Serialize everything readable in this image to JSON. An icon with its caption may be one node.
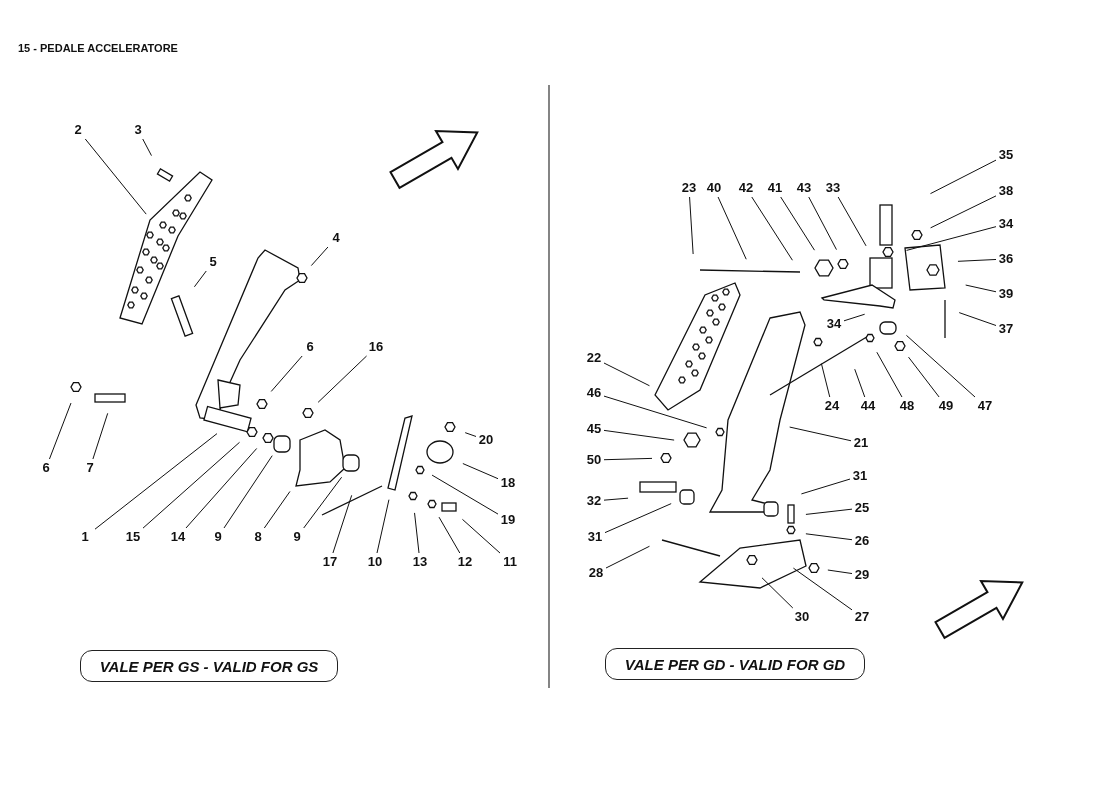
{
  "diagram": {
    "title": "15 - PEDALE ACCELERATORE",
    "nodes": [
      {
        "text": [
          "2"
        ]
      },
      {
        "text": [
          "3"
        ]
      },
      {
        "text": [
          "4"
        ]
      },
      {
        "text": [
          "5"
        ]
      },
      {
        "text": [
          "6"
        ]
      },
      {
        "text": [
          "16"
        ]
      },
      {
        "text": [
          "6"
        ]
      },
      {
        "text": [
          "7"
        ]
      },
      {
        "text": [
          "20"
        ]
      },
      {
        "text": [
          "18"
        ]
      },
      {
        "text": [
          "19"
        ]
      },
      {
        "text": [
          "1"
        ]
      },
      {
        "text": [
          "15"
        ]
      },
      {
        "text": [
          "14"
        ]
      },
      {
        "text": [
          "9"
        ]
      },
      {
        "text": [
          "8"
        ]
      },
      {
        "text": [
          "9"
        ]
      },
      {
        "text": [
          "17"
        ]
      },
      {
        "text": [
          "10"
        ]
      },
      {
        "text": [
          "13"
        ]
      },
      {
        "text": [
          "12"
        ]
      },
      {
        "text": [
          "11"
        ]
      },
      {
        "text": [
          "35"
        ]
      },
      {
        "text": [
          "23"
        ]
      },
      {
        "text": [
          "40"
        ]
      },
      {
        "text": [
          "42"
        ]
      },
      {
        "text": [
          "41"
        ]
      },
      {
        "text": [
          "43"
        ]
      },
      {
        "text": [
          "33"
        ]
      },
      {
        "text": [
          "38"
        ]
      },
      {
        "text": [
          "34"
        ]
      },
      {
        "text": [
          "36"
        ]
      },
      {
        "text": [
          "39"
        ]
      },
      {
        "text": [
          "37"
        ]
      },
      {
        "text": [
          "34"
        ]
      },
      {
        "text": [
          "22"
        ]
      },
      {
        "text": [
          "24"
        ]
      },
      {
        "text": [
          "44"
        ]
      },
      {
        "text": [
          "48"
        ]
      },
      {
        "text": [
          "49"
        ]
      },
      {
        "text": [
          "47"
        ]
      },
      {
        "text": [
          "46"
        ]
      },
      {
        "text": [
          "45"
        ]
      },
      {
        "text": [
          "21"
        ]
      },
      {
        "text": [
          "50"
        ]
      },
      {
        "text": [
          "31"
        ]
      },
      {
        "text": [
          "32"
        ]
      },
      {
        "text": [
          "25"
        ]
      },
      {
        "text": [
          "31"
        ]
      },
      {
        "text": [
          "26"
        ]
      },
      {
        "text": [
          "28"
        ]
      },
      {
        "text": [
          "29"
        ]
      },
      {
        "text": [
          "30"
        ]
      },
      {
        "text": [
          "27"
        ]
      },
      {
        "text": [
          "VALE PER GS - VALID FOR GS"
        ]
      },
      {
        "text": [
          "VALE PER GD - VALID FOR GD"
        ]
      }
    ],
    "edges": [
      {
        "from": 0,
        "to": null,
        "arrow": "none"
      },
      {
        "from": 1,
        "to": null,
        "arrow": "none"
      },
      {
        "from": 2,
        "to": null,
        "arrow": "none"
      },
      {
        "from": 3,
        "to": null,
        "arrow": "none"
      },
      {
        "from": 4,
        "to": null,
        "arrow": "none"
      },
      {
        "from": 5,
        "to": null,
        "arrow": "none"
      },
      {
        "from": 6,
        "to": null,
        "arrow": "none"
      },
      {
        "from": 7,
        "to": null,
        "arrow": "none"
      },
      {
        "from": 8,
        "to": null,
        "arrow": "none"
      },
      {
        "from": 9,
        "to": null,
        "arrow": "none"
      },
      {
        "from": 10,
        "to": null,
        "arrow": "none"
      },
      {
        "from": 11,
        "to": null,
        "arrow": "none"
      },
      {
        "from": 12,
        "to": null,
        "arrow": "none"
      },
      {
        "from": 13,
        "to": null,
        "arrow": "none"
      },
      {
        "from": 14,
        "to": null,
        "arrow": "none"
      },
      {
        "from": 15,
        "to": null,
        "arrow": "none"
      },
      {
        "from": 16,
        "to": null,
        "arrow": "none"
      },
      {
        "from": 17,
        "to": null,
        "arrow": "none"
      },
      {
        "from": 18,
        "to": null,
        "arrow": "none"
      },
      {
        "from": 19,
        "to": null,
        "arrow": "none"
      },
      {
        "from": 20,
        "to": null,
        "arrow": "none"
      },
      {
        "from": 21,
        "to": null,
        "arrow": "none"
      },
      {
        "from": 22,
        "to": null,
        "arrow": "none"
      },
      {
        "from": 23,
        "to": null,
        "arrow": "none"
      },
      {
        "from": 24,
        "to": null,
        "arrow": "none"
      },
      {
        "from": 25,
        "to": null,
        "arrow": "none"
      },
      {
        "from": 26,
        "to": null,
        "arrow": "none"
      },
      {
        "from": 27,
        "to": null,
        "arrow": "none"
      },
      {
        "from": 28,
        "to": null,
        "arrow": "none"
      },
      {
        "from": 29,
        "to": null,
        "arrow": "none"
      },
      {
        "from": 30,
        "to": null,
        "arrow": "none"
      },
      {
        "from": 31,
        "to": null,
        "arrow": "none"
      },
      {
        "from": 32,
        "to": null,
        "arrow": "none"
      },
      {
        "from": 33,
        "to": null,
        "arrow": "none"
      },
      {
        "from": 34,
        "to": null,
        "arrow": "none"
      },
      {
        "from": 35,
        "to": null,
        "arrow": "none"
      },
      {
        "from": 36,
        "to": null,
        "arrow": "none"
      },
      {
        "from": 37,
        "to": null,
        "arrow": "none"
      },
      {
        "from": 38,
        "to": null,
        "arrow": "none"
      },
      {
        "from": 39,
        "to": null,
        "arrow": "none"
      },
      {
        "from": 40,
        "to": null,
        "arrow": "none"
      },
      {
        "from": 41,
        "to": null,
        "arrow": "none"
      },
      {
        "from": 42,
        "to": null,
        "arrow": "none"
      },
      {
        "from": 43,
        "to": null,
        "arrow": "none"
      },
      {
        "from": 44,
        "to": null,
        "arrow": "none"
      },
      {
        "from": 45,
        "to": null,
        "arrow": "none"
      },
      {
        "from": 46,
        "to": null,
        "arrow": "none"
      },
      {
        "from": 47,
        "to": null,
        "arrow": "none"
      },
      {
        "from": 48,
        "to": null,
        "arrow": "none"
      },
      {
        "from": 49,
        "to": null,
        "arrow": "none"
      },
      {
        "from": 50,
        "to": null,
        "arrow": "none"
      },
      {
        "from": 51,
        "to": null,
        "arrow": "none"
      },
      {
        "from": 52,
        "to": null,
        "arrow": "none"
      },
      {
        "from": 53,
        "to": null,
        "arrow": "none"
      }
    ]
  }
}
